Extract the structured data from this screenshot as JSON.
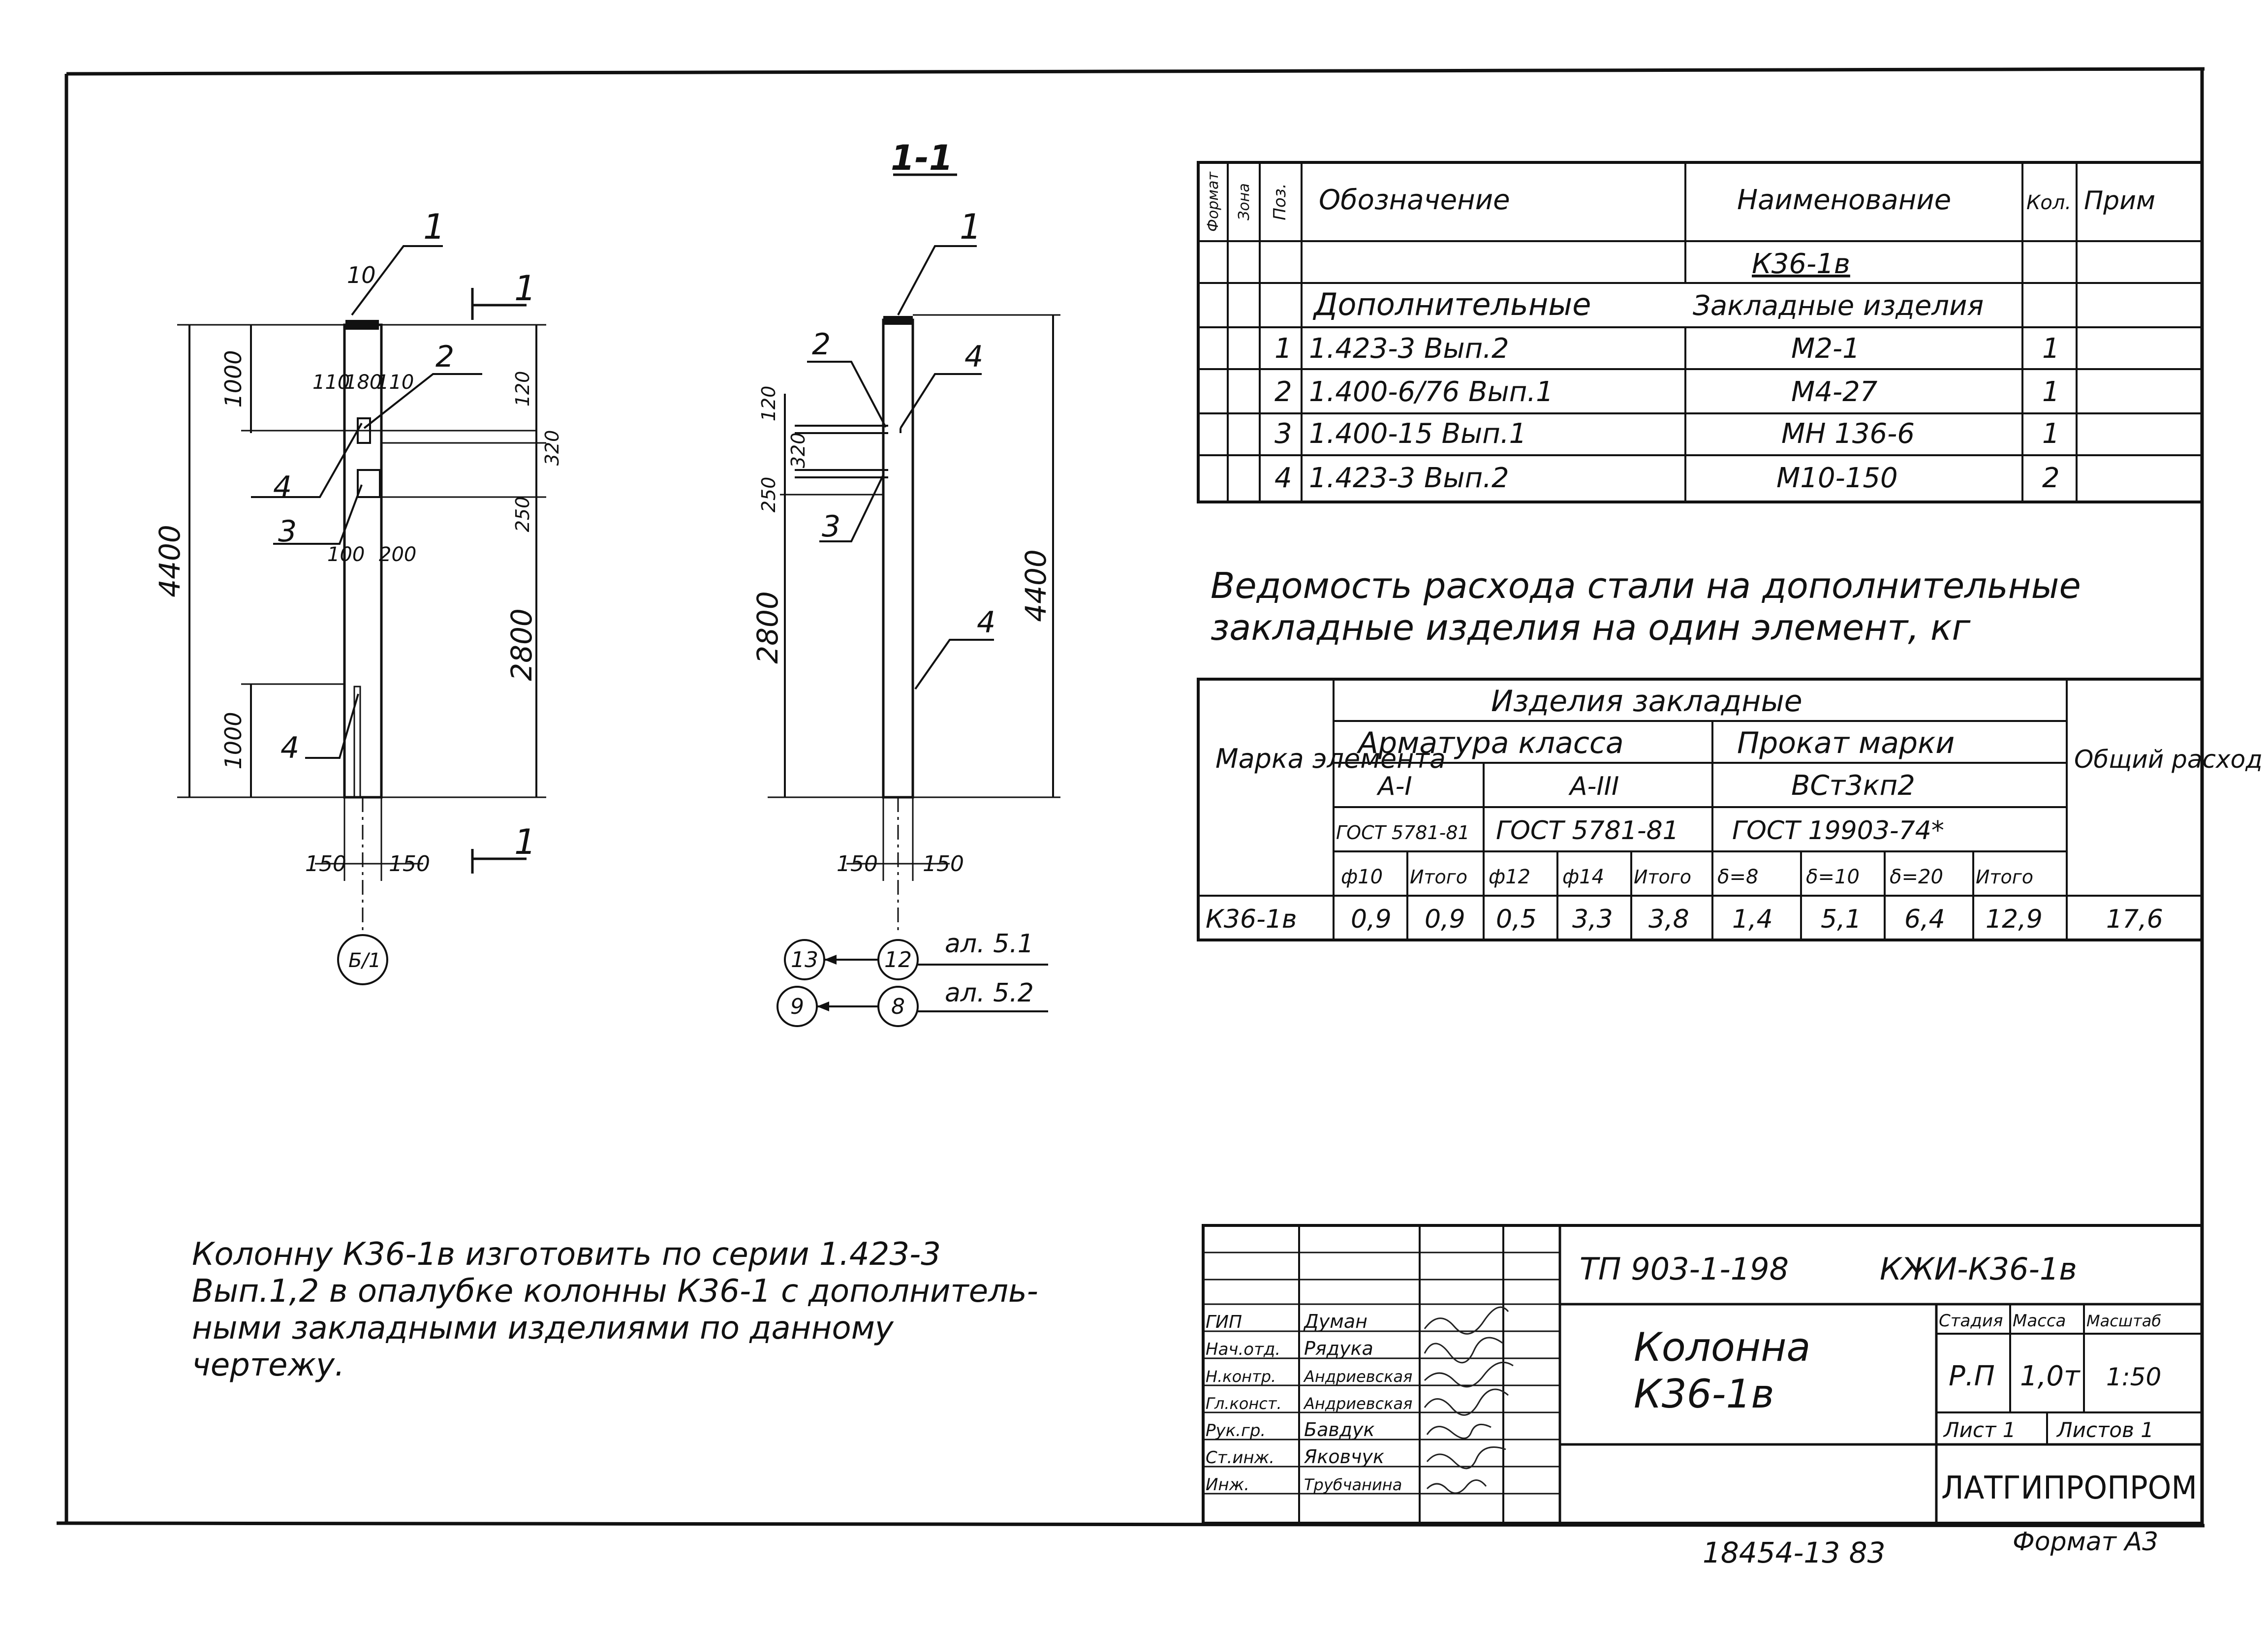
{
  "views": {
    "front": {
      "section_mark": "1",
      "dims": {
        "top": "10",
        "h_top": "1000",
        "h_total": "4400",
        "h_mid": "2800",
        "h_bottom": "1000",
        "w110a": "110",
        "w180": "180",
        "w110b": "110",
        "r120": "120",
        "r320": "320",
        "r250": "250",
        "w100": "100",
        "w200": "200",
        "b150a": "150",
        "b150b": "150"
      },
      "callouts": {
        "c1": "1",
        "c2": "2",
        "c3": "3",
        "c4a": "4",
        "c4b": "4"
      },
      "axis_label": "Б/1"
    },
    "section": {
      "title": "1-1",
      "dims": {
        "r120": "120",
        "r320": "320",
        "r250": "250",
        "h2800": "2800",
        "h4400": "4400",
        "b150a": "150",
        "b150b": "150"
      },
      "callouts": {
        "c1": "1",
        "c2": "2",
        "c3": "3",
        "c4a": "4",
        "c4b": "4"
      },
      "axes": [
        {
          "left": "13",
          "right": "12",
          "note": "ал. 5.1"
        },
        {
          "left": "9",
          "right": "8",
          "note": "ал. 5.2"
        }
      ]
    }
  },
  "spec_table": {
    "headers": {
      "format": "Формат",
      "zone": "Зона",
      "pos": "Поз.",
      "designation": "Обозначение",
      "name": "Наименование",
      "qty": "Кол.",
      "note": "Прим"
    },
    "group_title": "К36-1в",
    "section_left": "Дополнительные",
    "section_right": "Закладные изделия",
    "rows": [
      {
        "pos": "1",
        "designation": "1.423-3 Вып.2",
        "name": "М2-1",
        "qty": "1"
      },
      {
        "pos": "2",
        "designation": "1.400-6/76 Вып.1",
        "name": "М4-27",
        "qty": "1"
      },
      {
        "pos": "3",
        "designation": "1.400-15 Вып.1",
        "name": "МН 136-6",
        "qty": "1"
      },
      {
        "pos": "4",
        "designation": "1.423-3 Вып.2",
        "name": "М10-150",
        "qty": "2"
      }
    ]
  },
  "steel_title": {
    "line1": "Ведомость расхода стали на дополнительные",
    "line2": "закладные изделия на один элемент, кг"
  },
  "steel_table": {
    "mark_header": "Марка элемента",
    "group_header": "Изделия закладные",
    "arm_header": "Арматура класса",
    "prokat_header": "Прокат марки",
    "total_header": "Общий расход",
    "class_ai": "А-I",
    "class_aiii": "А-III",
    "steel_grade": "ВСт3кп2",
    "gost_ai": "ГОСТ 5781-81",
    "gost_aiii": "ГОСТ 5781-81",
    "gost_prokat": "ГОСТ 19903-74*",
    "cols": [
      "ф10",
      "Итого",
      "ф12",
      "ф14",
      "Итого",
      "δ=8",
      "δ=10",
      "δ=20",
      "Итого"
    ],
    "row": {
      "mark": "К36-1в",
      "values": [
        "0,9",
        "0,9",
        "0,5",
        "3,3",
        "3,8",
        "1,4",
        "5,1",
        "6,4",
        "12,9"
      ],
      "total": "17,6"
    }
  },
  "note": {
    "line1": "Колонну К36-1в изготовить по серии 1.423-3",
    "line2": "Вып.1,2 в опалубке колонны К36-1 с дополнитель-",
    "line3": "ными закладными изделиями по данному",
    "line4": "чертежу."
  },
  "title_block": {
    "project": "ТП 903-1-198",
    "code": "КЖИ-К36-1в",
    "name_line1": "Колонна",
    "name_line2": "К36-1в",
    "stage_label": "Стадия",
    "mass_label": "Масса",
    "scale_label": "Масштаб",
    "stage": "Р.П",
    "mass": "1,0т",
    "scale": "1:50",
    "sheet": "Лист 1",
    "sheets": "Листов 1",
    "company": "ЛАТГИПРОПРОМ",
    "people": [
      {
        "role": "ГИП",
        "name": "Думан"
      },
      {
        "role": "Нач.отд.",
        "name": "Рядука"
      },
      {
        "role": "Н.контр.",
        "name": "Андриевская"
      },
      {
        "role": "Гл.конст.",
        "name": "Андриевская"
      },
      {
        "role": "Рук.гр.",
        "name": "Бавдук"
      },
      {
        "role": "Ст.инж.",
        "name": "Яковчук"
      },
      {
        "role": "Инж.",
        "name": "Трубчанина"
      }
    ]
  },
  "footer": {
    "inventory": "18454-13 83",
    "format": "Формат А3"
  }
}
